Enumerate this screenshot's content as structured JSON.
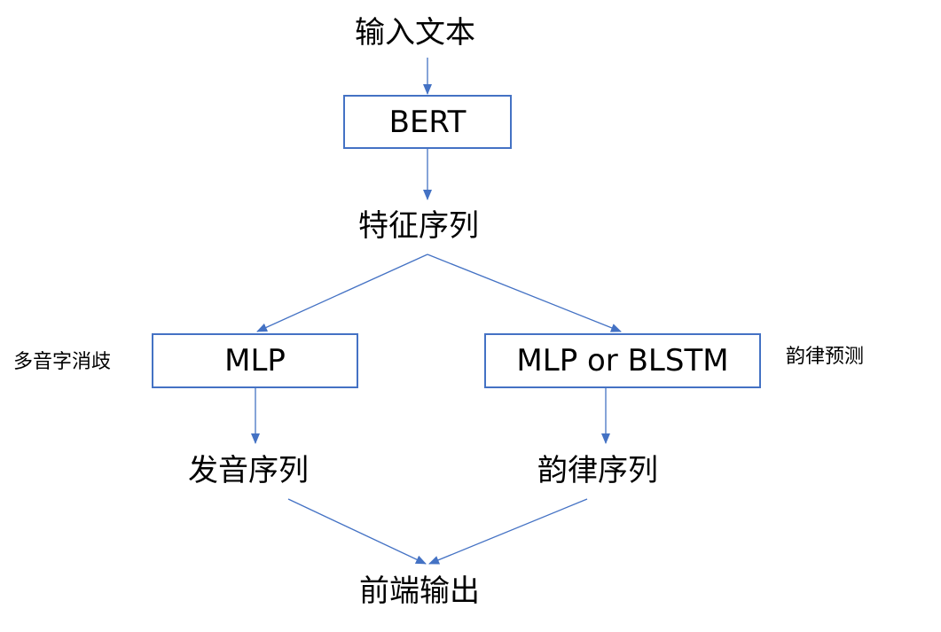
{
  "diagram": {
    "line_color": "#4472C4",
    "nodes": {
      "input_text": "输入文本",
      "bert": "BERT",
      "feature_seq": "特征序列",
      "mlp": "MLP",
      "mlp_blstm": "MLP or BLSTM",
      "pronunciation_seq": "发音序列",
      "prosody_seq": "韵律序列",
      "frontend_output": "前端输出"
    },
    "annotations": {
      "polyphone": "多音字消歧",
      "prosody_pred": "韵律预测"
    },
    "edges": [
      {
        "from": "input_text",
        "to": "bert"
      },
      {
        "from": "bert",
        "to": "feature_seq"
      },
      {
        "from": "feature_seq",
        "to": "mlp"
      },
      {
        "from": "feature_seq",
        "to": "mlp_blstm"
      },
      {
        "from": "mlp",
        "to": "pronunciation_seq"
      },
      {
        "from": "mlp_blstm",
        "to": "prosody_seq"
      },
      {
        "from": "pronunciation_seq",
        "to": "frontend_output"
      },
      {
        "from": "prosody_seq",
        "to": "frontend_output"
      }
    ]
  }
}
